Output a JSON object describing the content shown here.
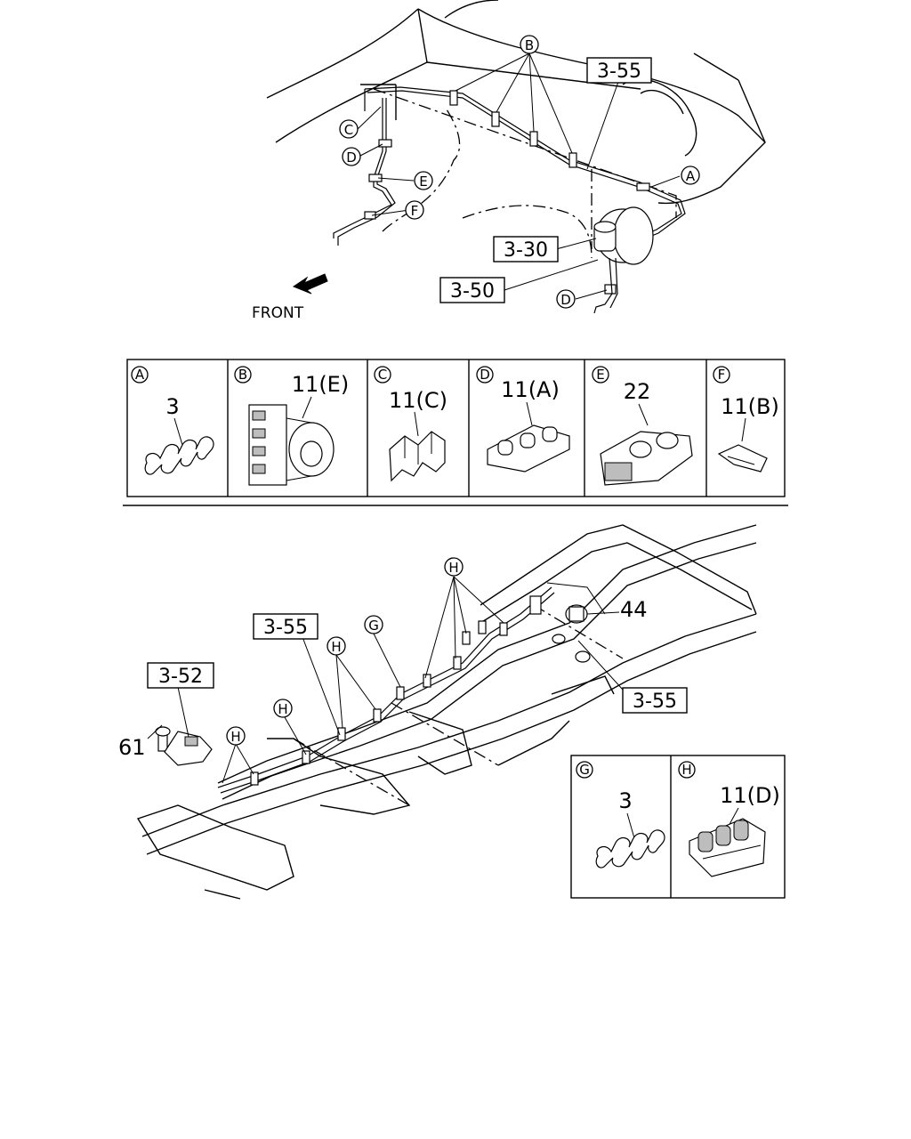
{
  "top_view": {
    "ref_3_55": "3-55",
    "ref_3_30": "3-30",
    "ref_3_50": "3-50",
    "callouts": [
      "B",
      "C",
      "D",
      "E",
      "F",
      "A",
      "D"
    ],
    "front_label": "FRONT"
  },
  "parts_table": {
    "cells": [
      {
        "letter": "A",
        "part": "3"
      },
      {
        "letter": "B",
        "part": "11(E)"
      },
      {
        "letter": "C",
        "part": "11(C)"
      },
      {
        "letter": "D",
        "part": "11(A)"
      },
      {
        "letter": "E",
        "part": "22"
      },
      {
        "letter": "F",
        "part": "11(B)"
      }
    ]
  },
  "frame_view": {
    "ref_3_55_left": "3-55",
    "ref_3_52": "3-52",
    "ref_3_55_right": "3-55",
    "part_44": "44",
    "part_61": "61",
    "callouts": [
      "H",
      "G",
      "H",
      "H",
      "H"
    ]
  },
  "frame_table": {
    "cells": [
      {
        "letter": "G",
        "part": "3"
      },
      {
        "letter": "H",
        "part": "11(D)"
      }
    ]
  }
}
